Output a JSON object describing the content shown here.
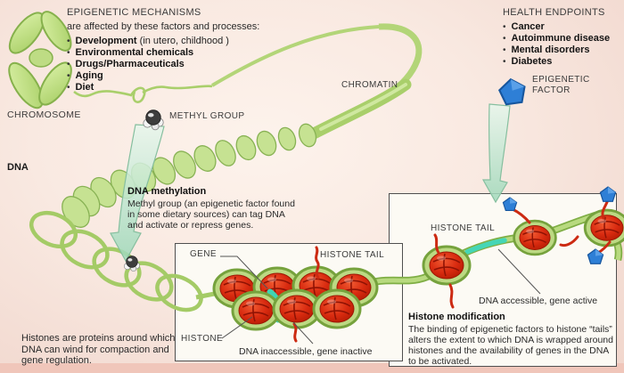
{
  "mechanisms": {
    "title": "EPIGENETIC MECHANISMS",
    "subtitle": "are affected by these factors and processes:",
    "items": [
      {
        "b": "Development",
        "r": " (in utero, childhood )"
      },
      {
        "b": "Environmental chemicals",
        "r": ""
      },
      {
        "b": "Drugs/Pharmaceuticals",
        "r": ""
      },
      {
        "b": "Aging",
        "r": ""
      },
      {
        "b": "Diet",
        "r": ""
      }
    ]
  },
  "endpoints": {
    "title": "HEALTH ENDPOINTS",
    "items": [
      {
        "b": "Cancer"
      },
      {
        "b": "Autoimmune disease"
      },
      {
        "b": "Mental disorders"
      },
      {
        "b": "Diabetes"
      }
    ]
  },
  "labels": {
    "chromosome": "CHROMOSOME",
    "dna": "DNA",
    "methyl_group": "METHYL GROUP",
    "chromatin": "CHROMATIN",
    "epigenetic_factor_line1": "EPIGENETIC",
    "epigenetic_factor_line2": "FACTOR"
  },
  "dna_methylation": {
    "title": "DNA methylation",
    "body": "Methyl group (an epigenetic factor found in some dietary sources) can tag DNA and activate or repress genes."
  },
  "histones_note": "Histones are proteins around which DNA can wind for compaction and gene regulation.",
  "nucleosome_panel": {
    "gene": "GENE",
    "histone_tail": "HISTONE TAIL",
    "histone": "HISTONE",
    "caption": "DNA inaccessible, gene inactive"
  },
  "modification_panel": {
    "histone_tail": "HISTONE TAIL",
    "caption": "DNA accessible, gene active",
    "title": "Histone modification",
    "body": "The binding of epigenetic factors to histone “tails” alters the extent to which DNA is wrapped around histones and the availability of genes in the DNA to be activated."
  },
  "colors": {
    "dna_green": "#a8cf66",
    "histone_red": "#d5270e",
    "gene_cyan": "#45d6b6",
    "factor_blue": "#2e7fd6",
    "background_pink": "#f6e3db"
  }
}
